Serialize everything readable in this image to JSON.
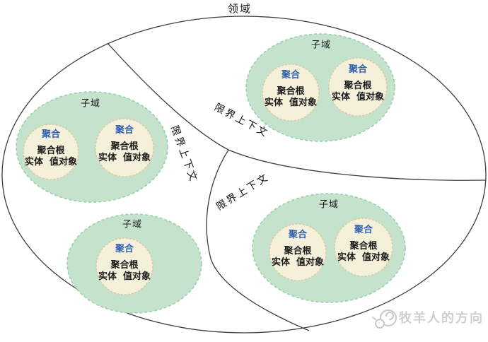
{
  "domain": {
    "label": "领域"
  },
  "bounded_contexts": [
    {
      "label": "限界上下文"
    },
    {
      "label": "限界上下文"
    },
    {
      "label": "限界上下文"
    }
  ],
  "subdomains": [
    {
      "label": "子域",
      "aggregates": [
        {
          "title": "聚合",
          "root": "聚合根",
          "members": "实体  值对象"
        },
        {
          "title": "聚合",
          "root": "聚合根",
          "members": "实体  值对象"
        }
      ]
    },
    {
      "label": "子域",
      "aggregates": [
        {
          "title": "聚合",
          "root": "聚合根",
          "members": "实体  值对象"
        },
        {
          "title": "聚合",
          "root": "聚合根",
          "members": "实体  值对象"
        }
      ]
    },
    {
      "label": "子域",
      "aggregates": [
        {
          "title": "聚合",
          "root": "聚合根",
          "members": "实体  值对象"
        }
      ]
    },
    {
      "label": "子域",
      "aggregates": [
        {
          "title": "聚合",
          "root": "聚合根",
          "members": "实体  值对象"
        },
        {
          "title": "聚合",
          "root": "聚合根",
          "members": "实体  值对象"
        }
      ]
    }
  ],
  "watermark": {
    "text": "牧羊人的方向",
    "icon": "sheep-icon"
  },
  "colors": {
    "subdomain_fill": "#c4e2cc",
    "subdomain_border": "#9ad0ab",
    "aggregate_fill": "#f4f0da",
    "aggregate_border": "#d9cca2",
    "aggregate_title": "#2f5fb3",
    "line": "#3c3c3c",
    "watermark": "#cfcfcf"
  }
}
